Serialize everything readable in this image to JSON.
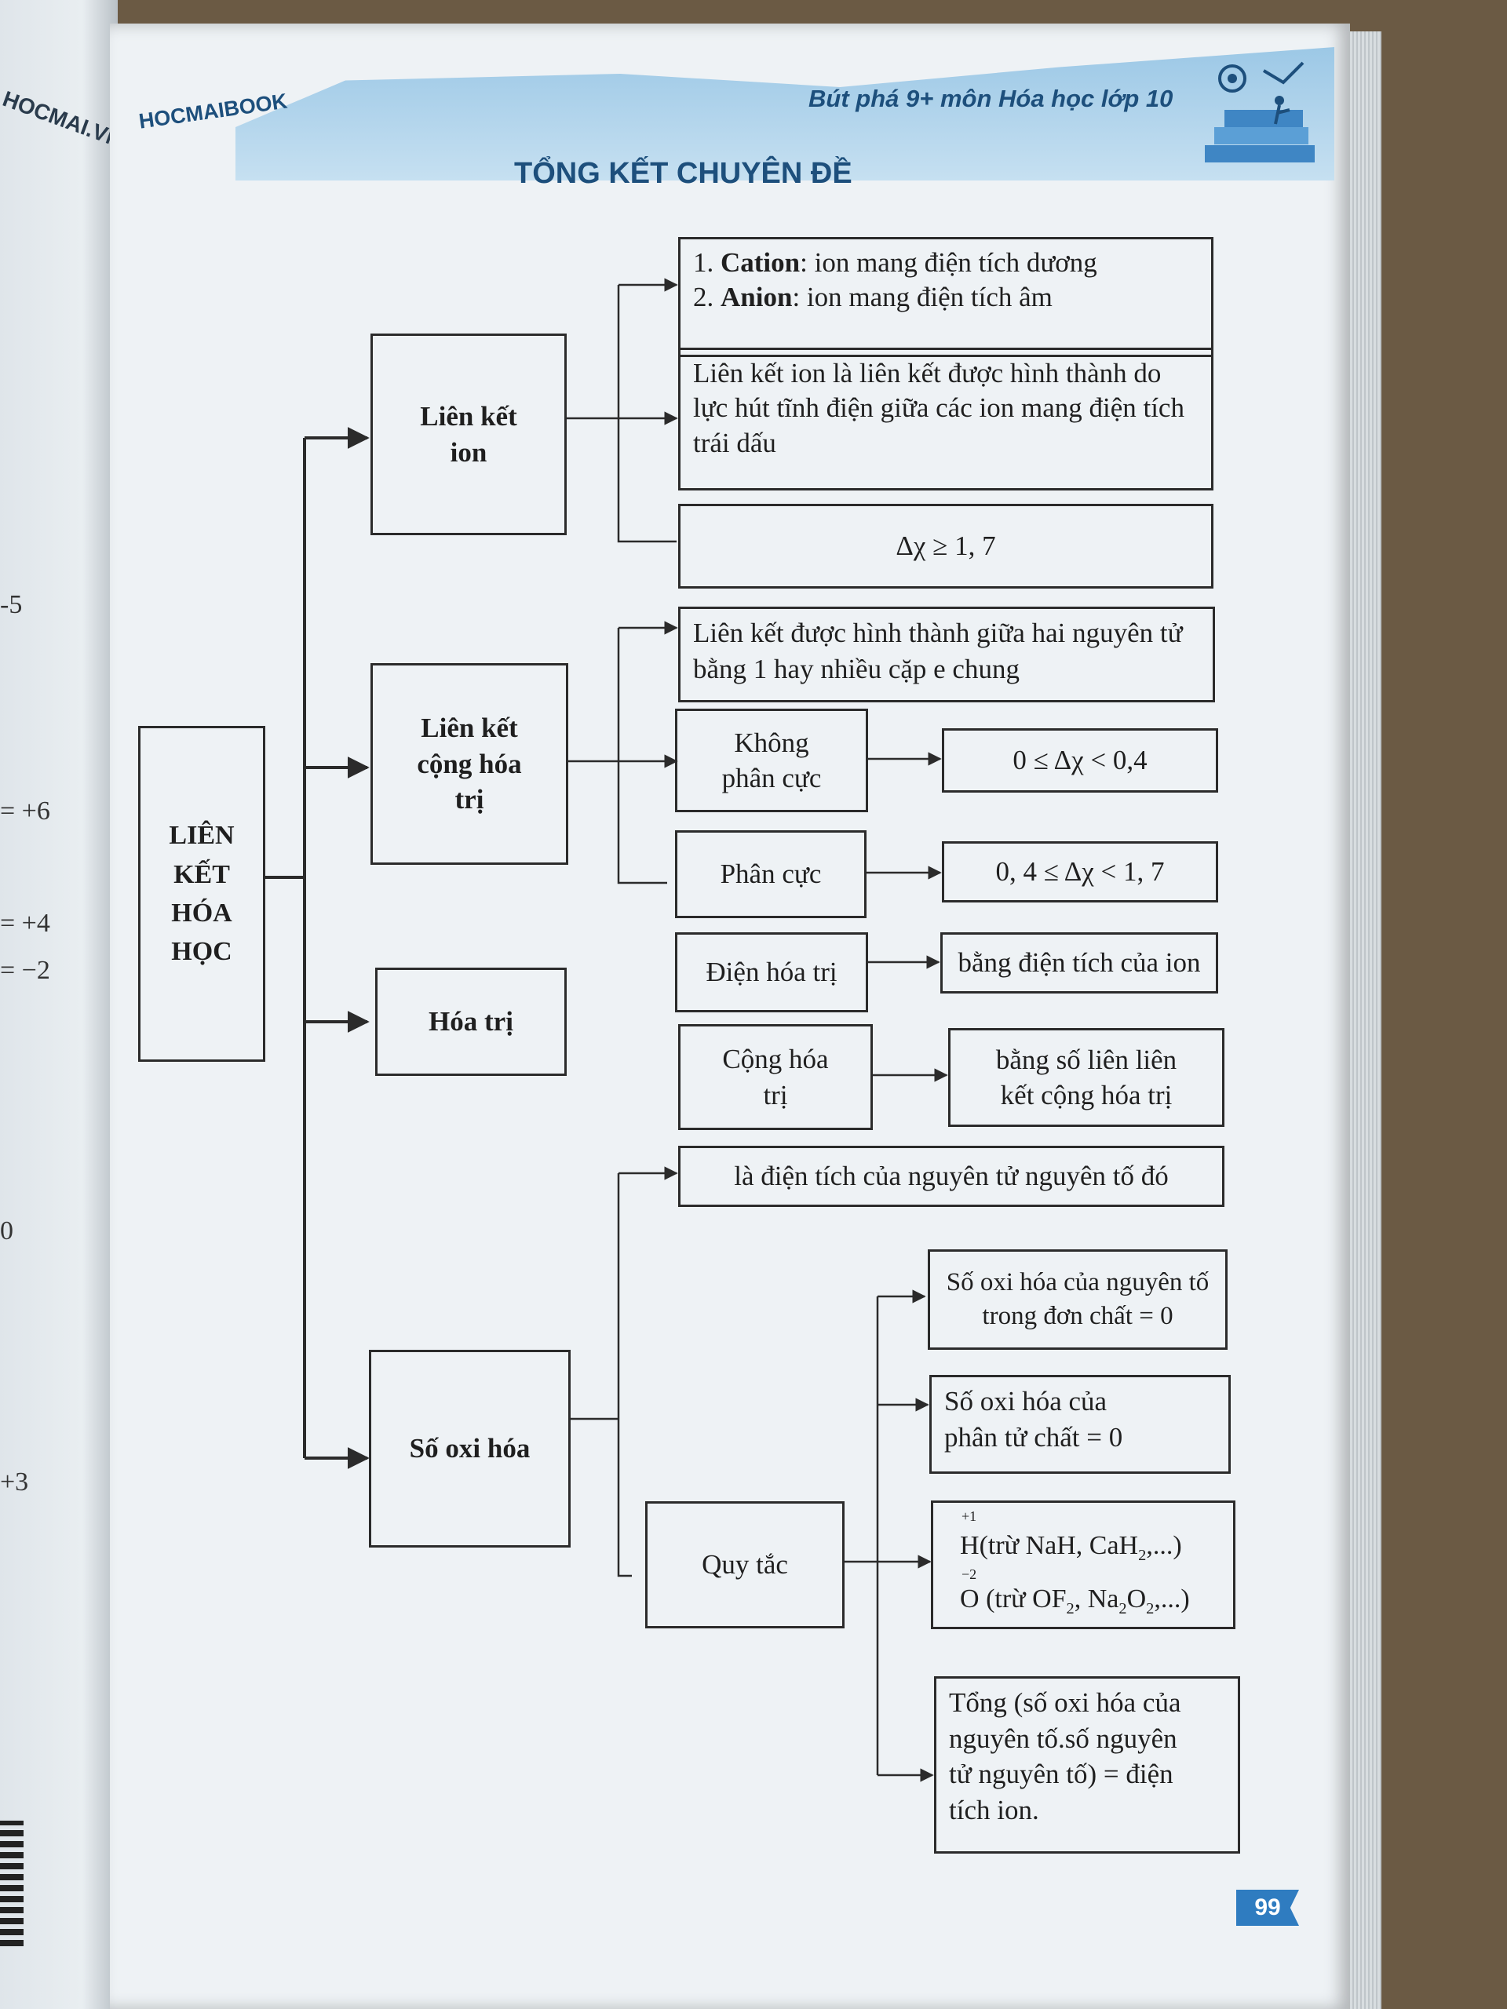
{
  "left_page": {
    "brand": "HOCMAI.VN",
    "fragments": [
      "-5",
      "= +6",
      "= +4",
      "= −2",
      "0",
      "+3"
    ]
  },
  "header": {
    "brand": "HOCMAIBOOK",
    "book_title": "Bút phá 9+ môn Hóa học lớp 10"
  },
  "title": "TỔNG KẾT CHUYÊN ĐỀ",
  "diagram": {
    "root": [
      "LIÊN",
      "KẾT HÓA",
      "HỌC"
    ],
    "ionic": {
      "label": [
        "Liên kết",
        "ion"
      ],
      "cation_num": "1.",
      "cation_term": "Cation",
      "cation_def": ": ion mang điện tích dương",
      "anion_num": "2.",
      "anion_term": "Anion",
      "anion_def": ": ion mang điện tích âm",
      "definition": "Liên kết ion là liên kết được hình thành do lực hút tĩnh điện giữa các ion mang điện tích trái dấu",
      "condition": "Δχ ≥ 1, 7"
    },
    "covalent": {
      "label": [
        "Liên kết",
        "cộng hóa",
        "trị"
      ],
      "definition": "Liên kết được hình thành giữa hai nguyên tử bằng 1 hay nhiều cặp e chung",
      "nonpolar": [
        "Không",
        "phân cực"
      ],
      "nonpolar_range": "0 ≤ Δχ < 0,4",
      "polar": "Phân cực",
      "polar_range": "0, 4 ≤ Δχ < 1, 7"
    },
    "valence": {
      "label": "Hóa trị",
      "electro": "Điện hóa trị",
      "electro_def": "bằng điện tích của ion",
      "covalent": [
        "Cộng hóa",
        "trị"
      ],
      "covalent_def": [
        "bằng số liên liên",
        "kết cộng hóa trị"
      ]
    },
    "oxidation": {
      "label": "Số oxi hóa",
      "definition": "là điện tích của nguyên tử nguyên tố đó",
      "rules_label": "Quy tắc",
      "rule1": [
        "Số oxi hóa của nguyên tố",
        "trong đơn chất = 0"
      ],
      "rule2": [
        "Số oxi hóa của",
        "phân tử chất = 0"
      ],
      "rule3": {
        "h_sup": "+1",
        "h_symbol": "H",
        "h_text": "(trừ NaH, CaH",
        "h_sub": "2",
        "h_tail": ",...)",
        "o_sup": "−2",
        "o_symbol": "O",
        "o_text": "(trừ OF",
        "o_sub1": "2",
        "o_mid": ", Na",
        "o_sub2": "2",
        "o_mid2": "O",
        "o_sub3": "2",
        "o_tail": ",...)"
      },
      "rule4": [
        "Tổng (số oxi hóa của",
        "nguyên tố.số nguyên",
        "tử nguyên tố) = điện",
        "tích ion."
      ]
    }
  },
  "page_number": "99",
  "colors": {
    "accent": "#1d4f7c",
    "band": "#9cc8e6",
    "page": "#eef2f5",
    "ink": "#2b2b2b"
  }
}
